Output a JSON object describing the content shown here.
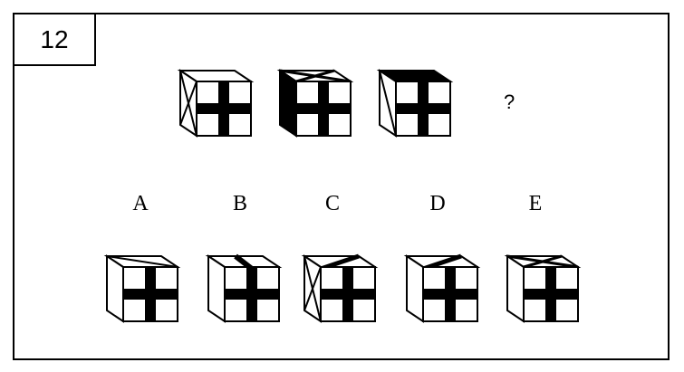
{
  "question_number": "12",
  "missing_marker": "?",
  "colors": {
    "ink": "#000000",
    "paper": "#ffffff"
  },
  "sequence": [
    {
      "left_face": "x",
      "top_face": "plain"
    },
    {
      "left_face": "solid",
      "top_face": "x"
    },
    {
      "left_face": "diagonal",
      "top_face": "solid"
    }
  ],
  "options": [
    {
      "label": "A",
      "left_face": "plain",
      "top_face": "diagonal-long"
    },
    {
      "label": "B",
      "left_face": "plain",
      "top_face": "stripe"
    },
    {
      "label": "C",
      "left_face": "x",
      "top_face": "diagonal-short"
    },
    {
      "label": "D",
      "left_face": "plain",
      "top_face": "diagonal-short"
    },
    {
      "label": "E",
      "left_face": "plain",
      "top_face": "x"
    }
  ]
}
